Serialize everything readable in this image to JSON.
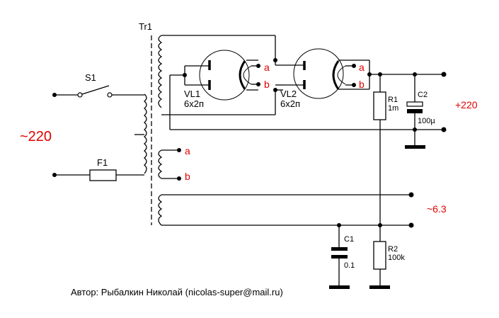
{
  "diagram": {
    "type": "circuit-schematic",
    "transformer": {
      "label": "Tr1"
    },
    "switch": {
      "label": "S1"
    },
    "fuse": {
      "label": "F1"
    },
    "tubes": [
      {
        "label": "VL1",
        "type": "6х2п"
      },
      {
        "label": "VL2",
        "type": "6х2п"
      }
    ],
    "resistors": [
      {
        "label": "R1",
        "value": "1m"
      },
      {
        "label": "R2",
        "value": "100k"
      }
    ],
    "capacitors": [
      {
        "label": "C1",
        "value": "0.1"
      },
      {
        "label": "C2",
        "value": "100µ"
      }
    ],
    "terminals": {
      "a": "a",
      "b": "b"
    },
    "voltages": {
      "input": "~220",
      "output_dc": "+220",
      "filament": "~6.3"
    },
    "colors": {
      "wire": "#000000",
      "annotation": "#e00000"
    },
    "author": "Автор: Рыбалкин Николай (nicolas-super@mail.ru)"
  }
}
